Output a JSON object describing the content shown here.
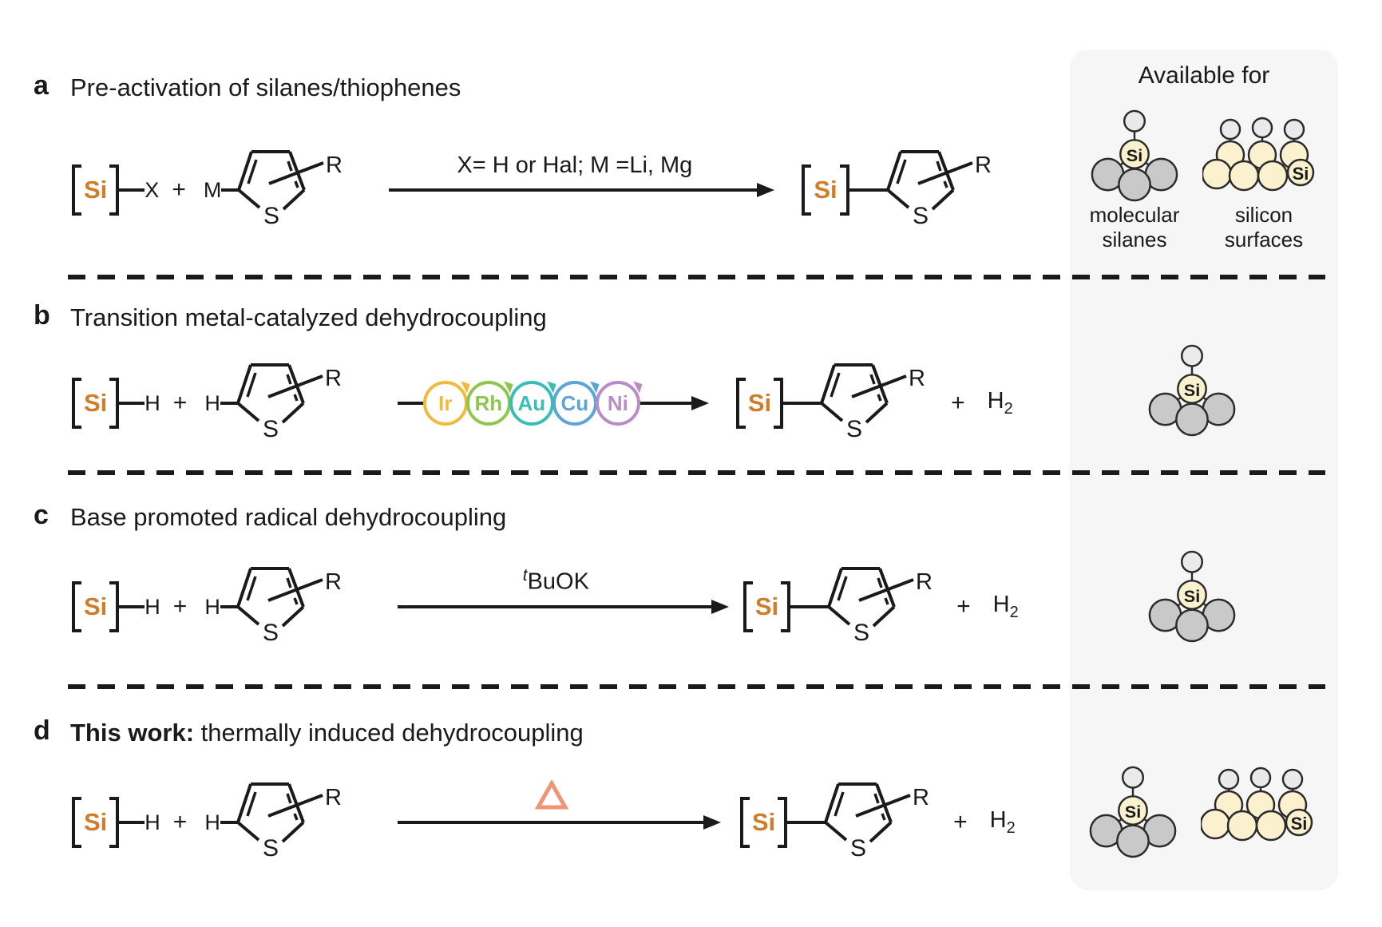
{
  "chem": {
    "si": "Si",
    "s": "S",
    "r": "R",
    "h": "H",
    "x": "X",
    "m": "M",
    "plus": "+",
    "h2_base": "H",
    "h2_sub": "2"
  },
  "colors": {
    "si_accent": "#D07C28",
    "delta": "#F09473",
    "silane_yellow": "#FBF1CE",
    "silane_gray": "#C9C9C9",
    "silane_light": "#EAEAEA",
    "line": "#1a1a1a"
  },
  "sidebar": {
    "title": "Available for",
    "molecular_label_line1": "molecular",
    "molecular_label_line2": "silanes",
    "surface_label_line1": "silicon",
    "surface_label_line2": "surfaces"
  },
  "panels": [
    {
      "label": "a",
      "title": "Pre-activation of silanes/thiophenes",
      "reactant1_sub": "X",
      "reactant2_atom": "M",
      "condition": "X= H or Hal; M =Li, Mg"
    },
    {
      "label": "b",
      "title": "Transition metal-catalyzed dehydrocoupling",
      "reactant1_sub": "H",
      "reactant2_atom": "H",
      "metals": [
        {
          "symbol": "Ir",
          "color": "#F2B93B"
        },
        {
          "symbol": "Rh",
          "color": "#8EC54F"
        },
        {
          "symbol": "Au",
          "color": "#3BBDB7"
        },
        {
          "symbol": "Cu",
          "color": "#5BA4D8"
        },
        {
          "symbol": "Ni",
          "color": "#B88CC5"
        }
      ]
    },
    {
      "label": "c",
      "title": "Base promoted radical dehydrocoupling",
      "reactant1_sub": "H",
      "reactant2_atom": "H",
      "condition_sup": "t",
      "condition_main": "BuOK"
    },
    {
      "label": "d",
      "title_bold": "This work:",
      "title_rest": " thermally induced dehydrocoupling",
      "reactant1_sub": "H",
      "reactant2_atom": "H",
      "condition_icon": "delta-heat-icon"
    }
  ]
}
